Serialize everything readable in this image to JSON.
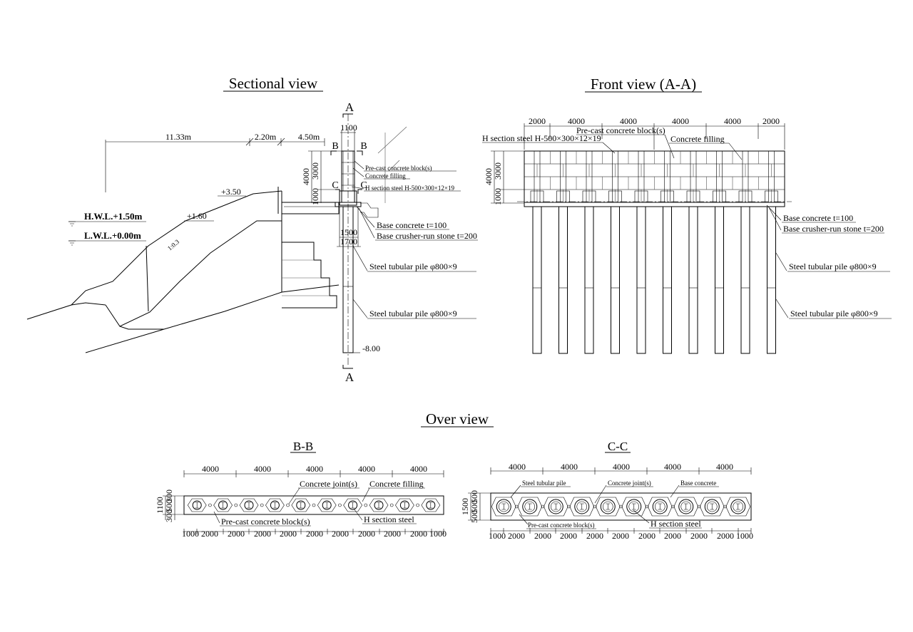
{
  "titles": {
    "sectional": "Sectional view",
    "front": "Front view (A-A)",
    "over": "Over view",
    "bb": "B-B",
    "cc": "C-C"
  },
  "sectional": {
    "section_marks": {
      "a": "A",
      "b": "B",
      "c": "C"
    },
    "dims_top": [
      "11.33m",
      "2.20m",
      "4.50m"
    ],
    "dim_1100": "1100",
    "dim_4000": "4000",
    "dim_3000": "3000",
    "dim_1000": "1000",
    "dim_1500": "1500",
    "dim_1700": "1700",
    "levels": {
      "l350": "+3.50",
      "l160": "+1.60",
      "hwl": "H.W.L.+1.50m",
      "lwl": "L.W.L.+0.00m",
      "bottom": "-8.00",
      "slope": "1:0.3"
    },
    "labels": {
      "precast": "Pre-cast concrete block(s)",
      "filling": "Concrete filling",
      "hsteel": "H section steel H-500×300×12×19",
      "base_concrete": "Base concrete t=100",
      "base_stone": "Base crusher-run stone t=200",
      "pile1": "Steel tubular pile  φ800×9",
      "pile2": "Steel tubular pile  φ800×9"
    }
  },
  "front": {
    "dims_top": [
      "2000",
      "4000",
      "4000",
      "4000",
      "4000",
      "2000"
    ],
    "dim_4000": "4000",
    "dim_3000": "3000",
    "dim_1000": "1000",
    "labels": {
      "hsteel": "H section steel  H-500×300×12×19",
      "precast": "Pre-cast concrete block(s)",
      "filling": "Concrete filling",
      "base_concrete": "Base concrete t=100",
      "base_stone": "Base crusher-run stone t=200",
      "pile1": "Steel tubular pile  φ800×9",
      "pile2": "Steel tubular pile  φ800×9"
    }
  },
  "bb": {
    "dims_top": [
      "4000",
      "4000",
      "4000",
      "4000",
      "4000"
    ],
    "dims_bottom": [
      "1000",
      "2000",
      "2000",
      "2000",
      "2000",
      "2000",
      "2000",
      "2000",
      "2000",
      "2000",
      "1000"
    ],
    "dims_left": [
      "1100",
      "300",
      "500",
      "300"
    ],
    "labels": {
      "joint": "Concrete joint(s)",
      "filling": "Concrete filling",
      "precast": "Pre-cast concrete block(s)",
      "hsteel": "H section steel"
    }
  },
  "cc": {
    "dims_top": [
      "4000",
      "4000",
      "4000",
      "4000",
      "4000"
    ],
    "dims_bottom": [
      "1000",
      "2000",
      "2000",
      "2000",
      "2000",
      "2000",
      "2000",
      "2000",
      "2000",
      "2000",
      "1000"
    ],
    "dims_left": [
      "1500",
      "500",
      "500",
      "500"
    ],
    "labels": {
      "pile": "Steel tubular pile",
      "joint": "Concrete joint(s)",
      "base_concrete": "Base concrete",
      "precast": "Pre-cast concrete block(s)",
      "hsteel": "H section steel"
    }
  }
}
